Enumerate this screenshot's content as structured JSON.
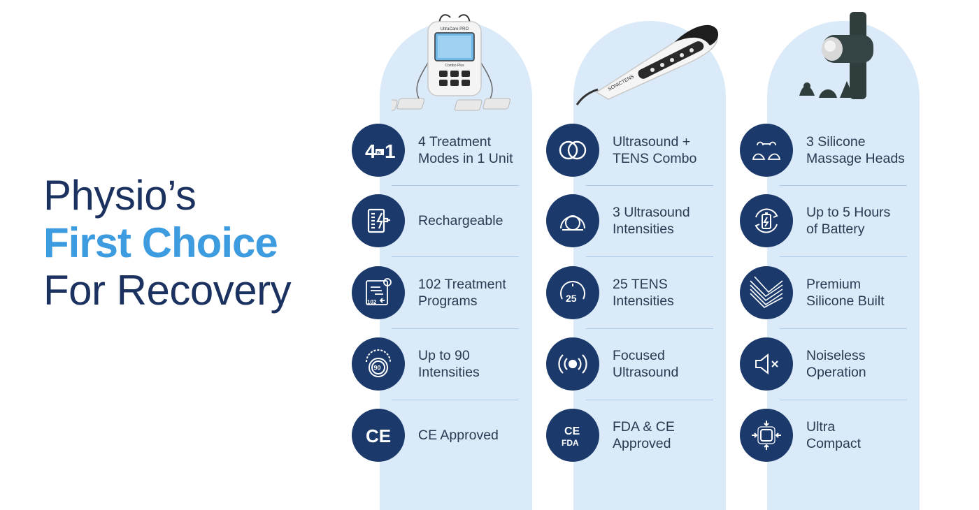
{
  "headline": {
    "line1": "Physio’s",
    "line2": "First Choice",
    "line3": "For Recovery"
  },
  "colors": {
    "navy": "#1b3a6b",
    "accent_blue": "#3d9be0",
    "column_bg": "#dbeaf8"
  },
  "products": [
    {
      "name": "UltraCare PRO",
      "label": "UltraCare PRO",
      "sub": "Combo Plus"
    },
    {
      "name": "SonicTENS",
      "label": "SONICTENS"
    },
    {
      "name": "Massage gun"
    }
  ],
  "columns": [
    {
      "features": [
        {
          "icon": "4-in-1-icon",
          "label": "4 Treatment\nModes in 1 Unit"
        },
        {
          "icon": "rechargeable-battery-icon",
          "label": "Rechargeable"
        },
        {
          "icon": "programs-icon",
          "label": "102 Treatment\nPrograms"
        },
        {
          "icon": "intensity-dial-icon",
          "label": "Up to 90\nIntensities"
        },
        {
          "icon": "ce-mark-icon",
          "label": "CE Approved"
        }
      ]
    },
    {
      "features": [
        {
          "icon": "combo-circles-icon",
          "label": "Ultrasound +\nTENS Combo"
        },
        {
          "icon": "ultrasound-head-icon",
          "label": "3 Ultrasound\nIntensities"
        },
        {
          "icon": "dial-25-icon",
          "label": "25 TENS\nIntensities"
        },
        {
          "icon": "waves-icon",
          "label": "Focused\nUltrasound"
        },
        {
          "icon": "ce-fda-icon",
          "label": "FDA & CE\nApproved"
        }
      ]
    },
    {
      "features": [
        {
          "icon": "massage-heads-icon",
          "label": "3 Silicone\nMassage Heads"
        },
        {
          "icon": "battery-cycle-icon",
          "label": "Up to 5 Hours\nof Battery"
        },
        {
          "icon": "silicone-texture-icon",
          "label": "Premium\nSilicone Built"
        },
        {
          "icon": "mute-speaker-icon",
          "label": "Noiseless\nOperation"
        },
        {
          "icon": "compact-icon",
          "label": "Ultra\nCompact"
        }
      ]
    }
  ],
  "icon_text": {
    "four": "4",
    "in": "IN",
    "one": "1",
    "n102": "102",
    "n90": "90",
    "n25": "25",
    "ce": "CE",
    "fda": "FDA"
  }
}
